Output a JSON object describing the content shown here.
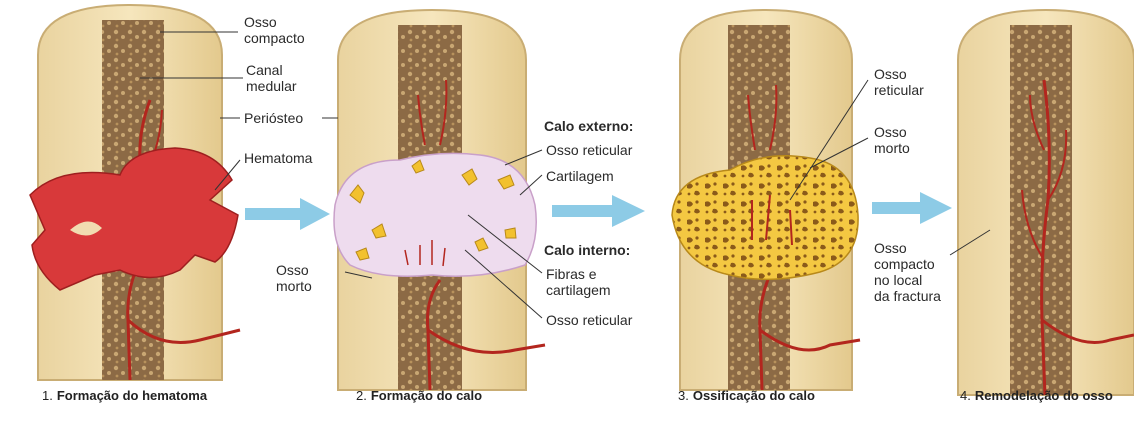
{
  "stages": [
    {
      "number": "1.",
      "title": "Formação do hematoma"
    },
    {
      "number": "2.",
      "title": "Formação do calo"
    },
    {
      "number": "3.",
      "title": "Ossificação do calo"
    },
    {
      "number": "4.",
      "title": "Remodelação do osso"
    }
  ],
  "labels": {
    "osso_compacto": [
      "Osso",
      "compacto"
    ],
    "canal_medular": [
      "Canal",
      "medular"
    ],
    "periosteo": "Periósteo",
    "hematoma": "Hematoma",
    "calo_externo": "Calo externo:",
    "osso_reticular_1": "Osso reticular",
    "cartilagem": "Cartilagem",
    "calo_interno": "Calo interno:",
    "fibras": [
      "Fibras e",
      "cartilagem"
    ],
    "osso_reticular_2": "Osso reticular",
    "osso_morto_2": [
      "Osso",
      "morto"
    ],
    "osso_reticular_3": [
      "Osso",
      "reticular"
    ],
    "osso_morto_3": [
      "Osso",
      "morto"
    ],
    "osso_compacto_4": [
      "Osso",
      "compacto",
      "no local",
      "da fractura"
    ]
  },
  "colors": {
    "bone_outer": "#efdcae",
    "bone_edge": "#c9ad74",
    "marrow": "#8c6a45",
    "vessel": "#b3261e",
    "hematoma": "#d8393a",
    "callus": "#eedcee",
    "yellow": "#f2c12e",
    "arrow": "#8dcbe6"
  }
}
